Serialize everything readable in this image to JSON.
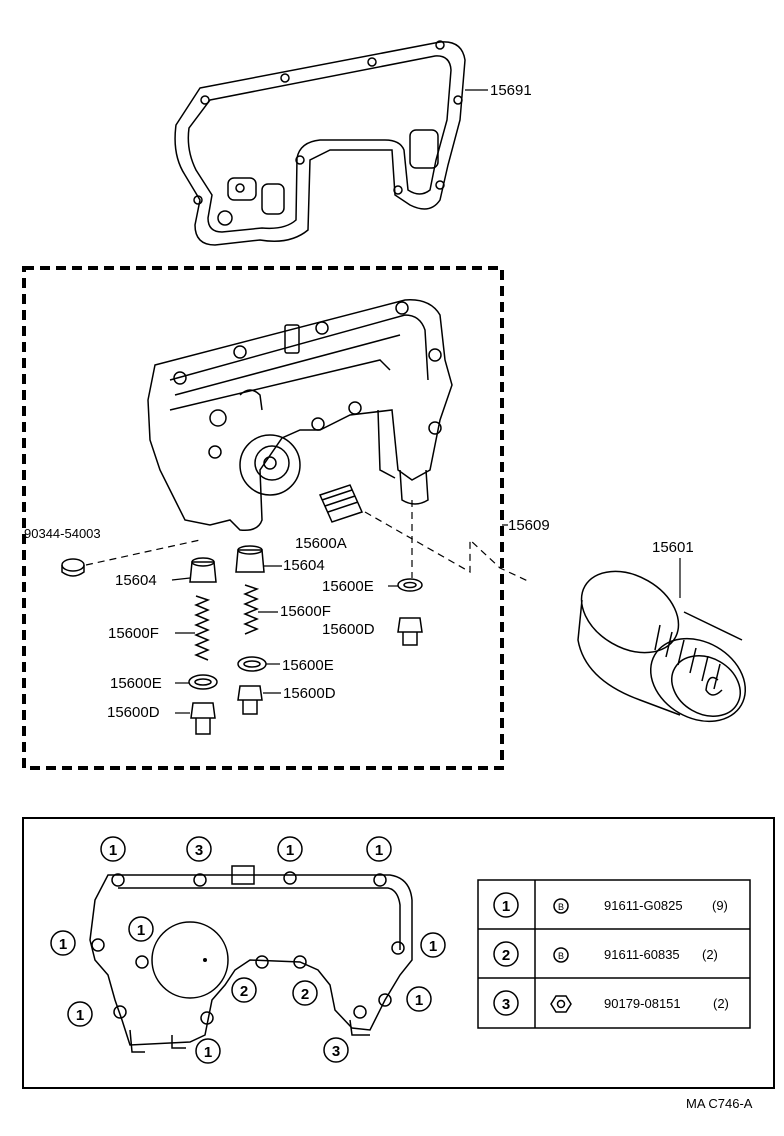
{
  "labels": {
    "gasket": "15691",
    "plug": "90344-54003",
    "cooler_assy": "15609",
    "valve_bypass": "15600A",
    "valve_left": "15604",
    "valve_right": "15604",
    "spring_left": "15600F",
    "spring_right": "15600F",
    "gasket_e_top": "15600E",
    "plug_d_top": "15600D",
    "gasket_e_left": "15600E",
    "gasket_e_right": "15600E",
    "plug_d_left": "15600D",
    "plug_d_right": "15600D",
    "oil_filter": "15601"
  },
  "callouts": {
    "top_1a": "1",
    "top_3": "3",
    "top_1b": "1",
    "top_1c": "1",
    "left_1a": "1",
    "left_1b": "1",
    "left_1c": "1",
    "mid_2a": "2",
    "mid_2b": "2",
    "right_1a": "1",
    "right_1b": "1",
    "bot_1": "1",
    "bot_3": "3"
  },
  "legend": {
    "rows": [
      {
        "num": "1",
        "mark": "B",
        "part": "91611-G0825",
        "qty": "(9)"
      },
      {
        "num": "2",
        "mark": "B",
        "part": "91611-60835",
        "qty": "(2)"
      },
      {
        "num": "3",
        "mark": "nut",
        "part": "90179-08151",
        "qty": "(2)"
      }
    ]
  },
  "footer": "MA  C746-A"
}
